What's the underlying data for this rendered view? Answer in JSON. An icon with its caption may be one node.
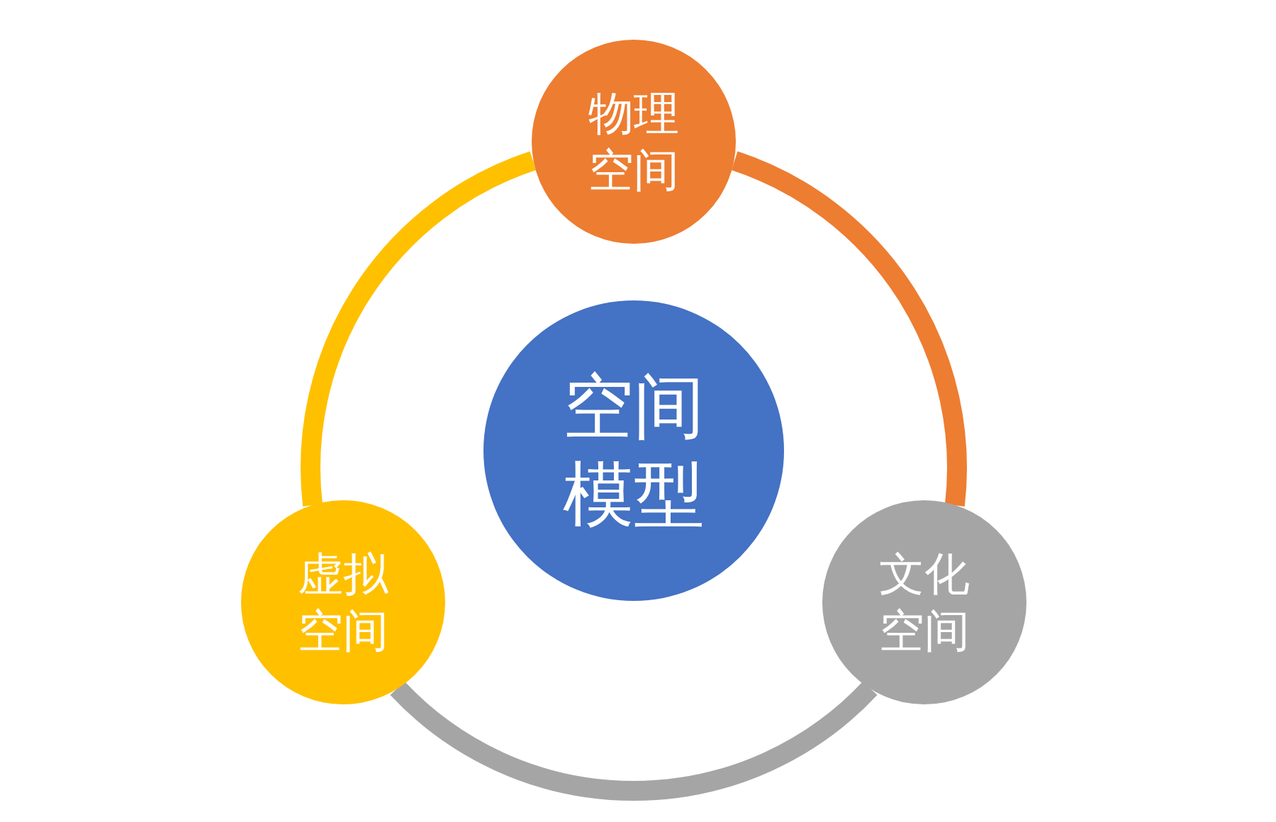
{
  "diagram": {
    "nodes": [
      {
        "text": [
          "物理空间"
        ]
      },
      {
        "text": [
          "空间模型"
        ]
      },
      {
        "text": [
          "虚拟空间"
        ]
      },
      {
        "text": [
          "文化空间"
        ]
      }
    ],
    "edges": [
      {
        "from": 0,
        "to": 3,
        "arrow": "none",
        "color": "#ed7d31"
      },
      {
        "from": 3,
        "to": 2,
        "arrow": "none",
        "color": "#a5a5a5"
      },
      {
        "from": 2,
        "to": 0,
        "arrow": "none",
        "color": "#ffc000"
      }
    ]
  }
}
